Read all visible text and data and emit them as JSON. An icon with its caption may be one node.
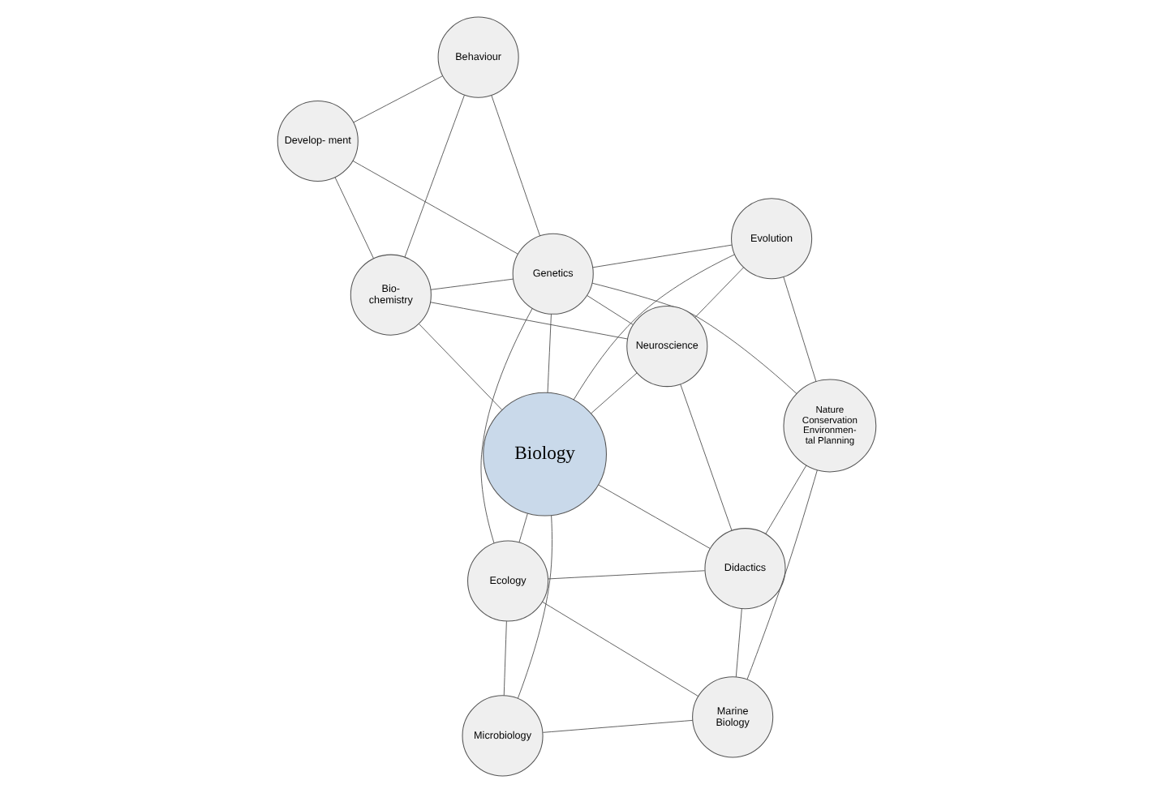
{
  "diagram": {
    "nodes": [
      {
        "text": [
          "Genetics"
        ]
      },
      {
        "text": [
          "Evolution"
        ]
      },
      {
        "text": [
          "Ecology"
        ]
      },
      {
        "text": [
          "Behaviour"
        ]
      },
      {
        "text": [
          "Nature Conservation Environmen- tal Planning"
        ]
      },
      {
        "text": [
          "Neuroscience"
        ]
      },
      {
        "text": [
          "Biology"
        ]
      },
      {
        "text": [
          "Marine Biology"
        ]
      },
      {
        "text": [
          "Develop- ment"
        ]
      },
      {
        "text": [
          "Bio- chemistry"
        ]
      },
      {
        "text": [
          "Didactics"
        ]
      },
      {
        "text": [
          "Microbiology"
        ]
      }
    ],
    "edges": [
      {
        "from": 0,
        "to": 3,
        "arrow": "none"
      },
      {
        "from": 0,
        "to": 5,
        "arrow": "none"
      },
      {
        "from": 0,
        "to": 8,
        "arrow": "none"
      },
      {
        "from": 0,
        "to": 9,
        "arrow": "none"
      },
      {
        "from": 0,
        "to": 6,
        "arrow": "none"
      },
      {
        "from": 0,
        "to": 1,
        "arrow": "none"
      },
      {
        "from": 0,
        "to": 2,
        "arrow": "none"
      },
      {
        "from": 0,
        "to": 4,
        "arrow": "none"
      },
      {
        "from": 1,
        "to": 6,
        "arrow": "none"
      },
      {
        "from": 1,
        "to": 4,
        "arrow": "none"
      },
      {
        "from": 1,
        "to": 5,
        "arrow": "none"
      },
      {
        "from": 6,
        "to": 2,
        "arrow": "none"
      },
      {
        "from": 5,
        "to": 6,
        "arrow": "none"
      },
      {
        "from": 5,
        "to": 9,
        "arrow": "none"
      },
      {
        "from": 5,
        "to": 10,
        "arrow": "none"
      },
      {
        "from": 3,
        "to": 8,
        "arrow": "none"
      },
      {
        "from": 3,
        "to": 9,
        "arrow": "none"
      },
      {
        "from": 8,
        "to": 9,
        "arrow": "none"
      },
      {
        "from": 9,
        "to": 6,
        "arrow": "none"
      },
      {
        "from": 2,
        "to": 10,
        "arrow": "none"
      },
      {
        "from": 2,
        "to": 11,
        "arrow": "none"
      },
      {
        "from": 2,
        "to": 7,
        "arrow": "none"
      },
      {
        "from": 4,
        "to": 10,
        "arrow": "none"
      },
      {
        "from": 4,
        "to": 7,
        "arrow": "none"
      },
      {
        "from": 6,
        "to": 10,
        "arrow": "none"
      },
      {
        "from": 6,
        "to": 11,
        "arrow": "none"
      },
      {
        "from": 7,
        "to": 10,
        "arrow": "none"
      },
      {
        "from": 7,
        "to": 11,
        "arrow": "none"
      }
    ]
  }
}
